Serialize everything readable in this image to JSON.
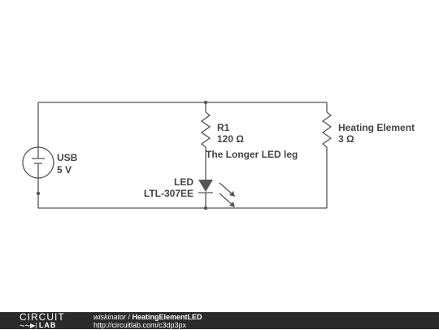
{
  "circuit": {
    "source_label": "USB",
    "source_value": "5 V",
    "r1_label": "R1",
    "r1_value": "120 Ω",
    "heater_label": "Heating Element",
    "heater_value": "3 Ω",
    "led_label": "LED",
    "led_part": "LTL-307EE",
    "annotation": "The Longer LED leg"
  },
  "footer": {
    "logo_top": "CIRCUIT",
    "logo_bottom": "LAB",
    "author": "wiskinator",
    "separator": " / ",
    "title": "HeatingElementLED",
    "url": "http://circuitlab.com/c3dp3px"
  },
  "colors": {
    "wire": "#555555",
    "label": "#444444",
    "footer_bg": "#2b2b2b"
  }
}
